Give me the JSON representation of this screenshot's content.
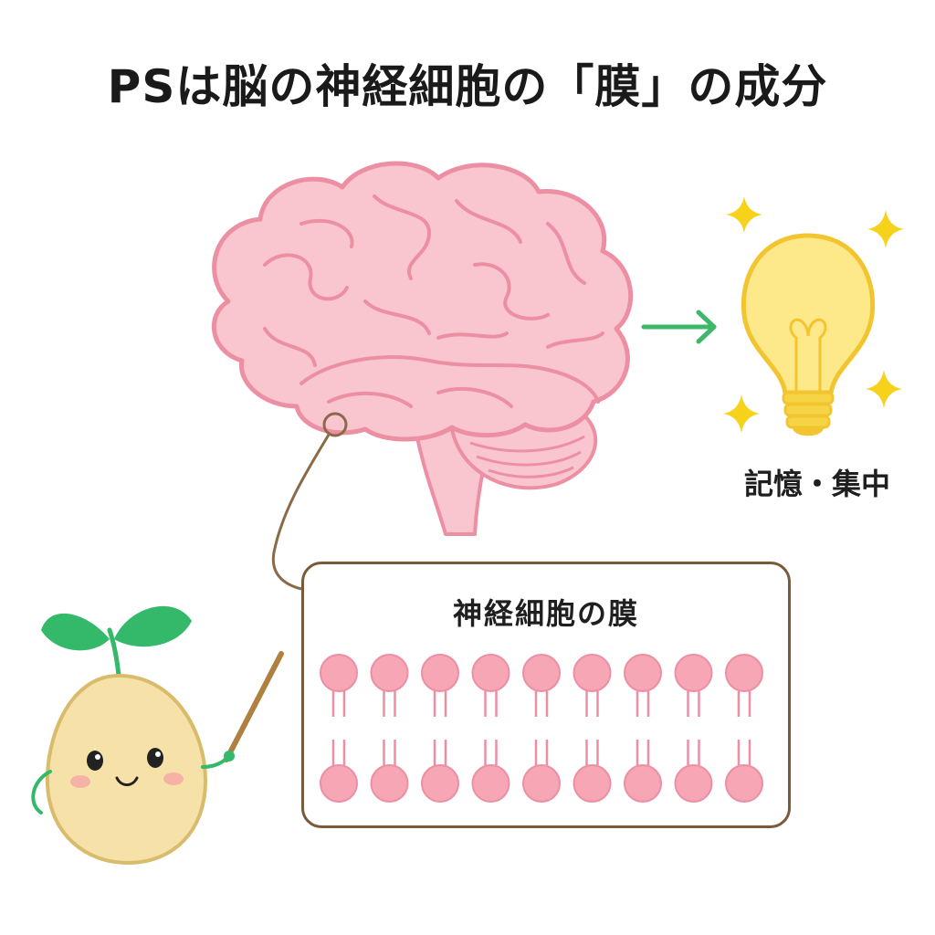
{
  "title": "PSは脳の神経細胞の「膜」の成分",
  "benefit": {
    "label": "記憶・集中"
  },
  "membrane": {
    "label": "神経細胞の膜",
    "upper_count": 9,
    "lower_count": 9
  },
  "colors": {
    "brain_fill": "#f9c6cf",
    "brain_stroke": "#ec8fa2",
    "arrow": "#3fb76b",
    "bulb_fill": "#fde98a",
    "bulb_stroke": "#f2c530",
    "sparkle": "#f7d21b",
    "box_border": "#7a5a3a",
    "lipid_head": "#f7a6b6",
    "leaf": "#34b86a",
    "bean_body": "#f6e2a8"
  },
  "icons": {
    "brain": "brain-icon",
    "lightbulb": "lightbulb-icon",
    "sparkle": "sparkle-icon",
    "mascot": "bean-sprout-mascot"
  }
}
